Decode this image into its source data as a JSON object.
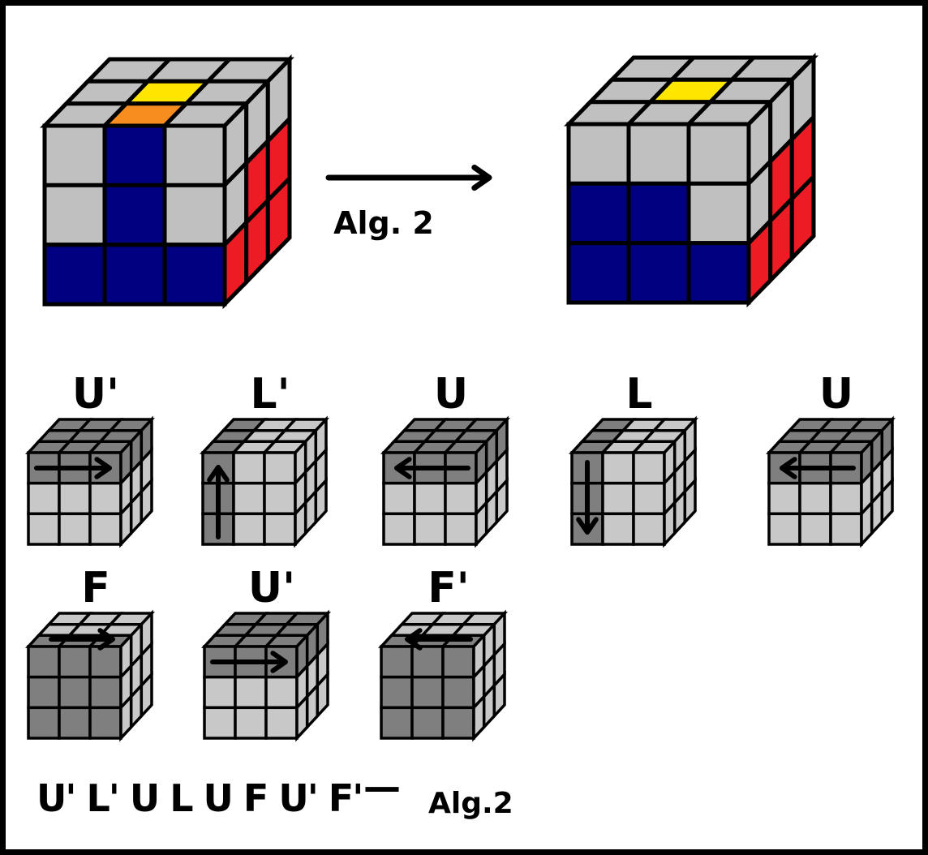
{
  "diagram": {
    "arrow_label": "Alg. 2",
    "arrow_direction": "right",
    "formula": "U' L' U L U F U' F'",
    "formula_dash": "—",
    "formula_suffix": "Alg.2"
  },
  "palette": {
    "bg": "#ffffff",
    "ink": "#000000",
    "gray": "#c0c0c0",
    "blue": "#000080",
    "red": "#ed1c24",
    "yellow": "#ffe600",
    "orange": "#f78d1e",
    "dark": "#7f7f7f",
    "light": "#c8c8c8"
  },
  "state_cubes": [
    {
      "id": "before",
      "top": [
        [
          "gray",
          "gray",
          "gray"
        ],
        [
          "gray",
          "yellow",
          "gray"
        ],
        [
          "gray",
          "orange",
          "gray"
        ]
      ],
      "front": [
        [
          "gray",
          "blue",
          "gray"
        ],
        [
          "gray",
          "blue",
          "gray"
        ],
        [
          "blue",
          "blue",
          "blue"
        ]
      ],
      "right": [
        [
          "gray",
          "gray",
          "gray"
        ],
        [
          "gray",
          "red",
          "red"
        ],
        [
          "red",
          "red",
          "red"
        ]
      ]
    },
    {
      "id": "after",
      "top": [
        [
          "gray",
          "gray",
          "gray"
        ],
        [
          "gray",
          "yellow",
          "gray"
        ],
        [
          "gray",
          "gray",
          "gray"
        ]
      ],
      "front": [
        [
          "gray",
          "gray",
          "gray"
        ],
        [
          "blue",
          "blue",
          "gray"
        ],
        [
          "blue",
          "blue",
          "blue"
        ]
      ],
      "right": [
        [
          "gray",
          "gray",
          "gray"
        ],
        [
          "gray",
          "red",
          "red"
        ],
        [
          "red",
          "red",
          "red"
        ]
      ]
    }
  ],
  "moves": [
    {
      "label": "U'",
      "top": "dark",
      "front": "top-row",
      "right": "top-row",
      "arrow": {
        "face": "front",
        "dir": "right"
      }
    },
    {
      "label": "L'",
      "top": "left-col",
      "front": "left-col",
      "right": "light",
      "arrow": {
        "face": "front",
        "dir": "up"
      }
    },
    {
      "label": "U",
      "top": "dark",
      "front": "top-row",
      "right": "top-row",
      "arrow": {
        "face": "front",
        "dir": "left"
      }
    },
    {
      "label": "L",
      "top": "left-col",
      "front": "left-col",
      "right": "light",
      "arrow": {
        "face": "front",
        "dir": "down"
      }
    },
    {
      "label": "U",
      "top": "dark",
      "front": "top-row",
      "right": "top-row",
      "arrow": {
        "face": "front",
        "dir": "left"
      }
    },
    {
      "label": "F",
      "top": "front-row",
      "front": "dark",
      "right": "light",
      "arrow": {
        "face": "top",
        "dir": "right"
      }
    },
    {
      "label": "U'",
      "top": "dark",
      "front": "top-row",
      "right": "top-row",
      "arrow": {
        "face": "front",
        "dir": "right"
      }
    },
    {
      "label": "F'",
      "top": "front-row",
      "front": "dark",
      "right": "light",
      "arrow": {
        "face": "top",
        "dir": "left"
      }
    }
  ]
}
